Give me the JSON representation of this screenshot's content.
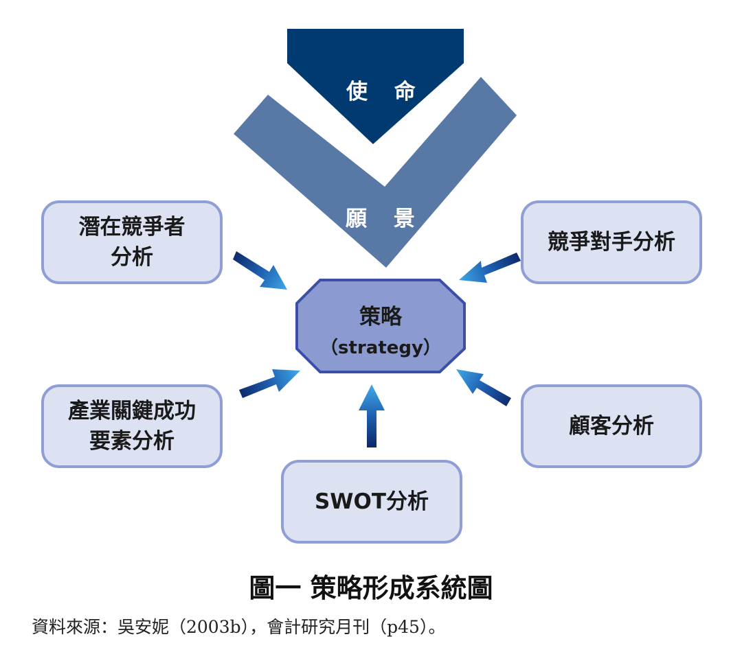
{
  "mission": {
    "label": "使 命",
    "color": "#003a70"
  },
  "vision": {
    "label": "願 景",
    "color": "#5879a6"
  },
  "strategy": {
    "line1": "策略",
    "line2": "（strategy）",
    "fill": "#8b9bd1",
    "stroke": "#3b4fa8"
  },
  "inputs": {
    "potential_competitors": {
      "line1": "潛在競爭者",
      "line2": "分析"
    },
    "competitor_analysis": {
      "line1": "競爭對手分析"
    },
    "industry_kfs": {
      "line1": "產業關鍵成功",
      "line2": "要素分析"
    },
    "customer_analysis": {
      "line1": "顧客分析"
    },
    "swot": {
      "line1": "SWOT分析"
    }
  },
  "box_style": {
    "fill": "#dde2f3",
    "border": "#8f9fd6"
  },
  "arrow_colors": {
    "dark": "#0d2a6b",
    "light": "#3fa8e8"
  },
  "caption": {
    "title": "圖一  策略形成系統圖",
    "source": "資料來源：吳安妮（2003b），會計研究月刊（p45）。"
  }
}
